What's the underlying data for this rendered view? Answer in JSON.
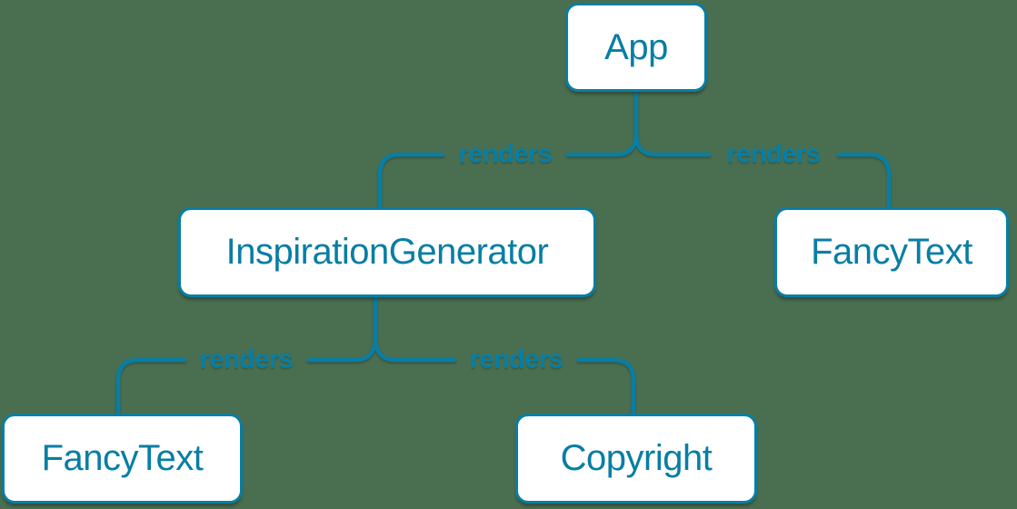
{
  "diagram": {
    "type": "component-render-tree",
    "colors": {
      "accent": "#087ea4",
      "node_fill": "#ffffff",
      "background": "#4a6e50"
    },
    "nodes": [
      {
        "id": "app",
        "label": "App"
      },
      {
        "id": "inspiration-generator",
        "label": "InspirationGenerator"
      },
      {
        "id": "fancy-text-top-right",
        "label": "FancyText"
      },
      {
        "id": "fancy-text-bottom-left",
        "label": "FancyText"
      },
      {
        "id": "copyright",
        "label": "Copyright"
      }
    ],
    "edges": [
      {
        "from": "App",
        "to": "InspirationGenerator",
        "label": "renders"
      },
      {
        "from": "App",
        "to": "FancyText",
        "label": "renders"
      },
      {
        "from": "InspirationGenerator",
        "to": "FancyText",
        "label": "renders"
      },
      {
        "from": "InspirationGenerator",
        "to": "Copyright",
        "label": "renders"
      }
    ]
  }
}
